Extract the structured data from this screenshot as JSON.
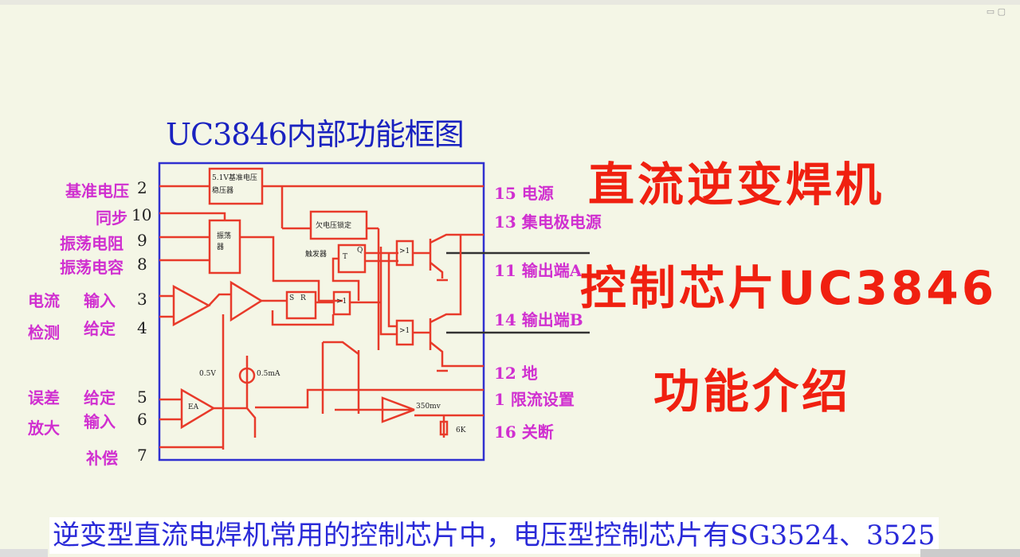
{
  "diagram_title": "UC3846内部功能框图",
  "left_pins": [
    {
      "label": "基准电压",
      "num": "2"
    },
    {
      "label": "同步",
      "num": "10"
    },
    {
      "label": "振荡电阻",
      "num": "9"
    },
    {
      "label": "振荡电容",
      "num": "8"
    },
    {
      "label": "输入",
      "num": "3"
    },
    {
      "label": "给定",
      "num": "4"
    },
    {
      "label": "给定",
      "num": "5"
    },
    {
      "label": "输入",
      "num": "6"
    },
    {
      "label": "补偿",
      "num": "7"
    }
  ],
  "group_labels": {
    "current_1": "电流",
    "current_2": "检测",
    "error_1": "误差",
    "error_2": "放大"
  },
  "right_pins": [
    "15 电源",
    "13 集电极电源",
    "11 输出端A",
    "14 输出端B",
    "12 地",
    "1 限流设置",
    "16 关断"
  ],
  "blocks": {
    "ref": "5.1V基准电压稳压器",
    "osc": "振荡器",
    "uvlo": "欠电压锁定",
    "ff": "触发器",
    "ea": "EA",
    "v05": "0.5V",
    "i05": "0.5mA",
    "mv350": "350mv",
    "r6k": "6K",
    "or": ">1",
    "s": "S",
    "r": "R",
    "q": "Q",
    "t": "T"
  },
  "headline": [
    "直流逆变焊机",
    "控制芯片UC3846",
    "功能介绍"
  ],
  "subtitle": "逆变型直流电焊机常用的控制芯片中，电压型控制芯片有SG3524、3525",
  "colors": {
    "wire": "#e83a2a",
    "frame": "#3030d0",
    "pin": "#d02fd0",
    "headline": "#f02010",
    "subtitle": "#2a2ad8"
  }
}
